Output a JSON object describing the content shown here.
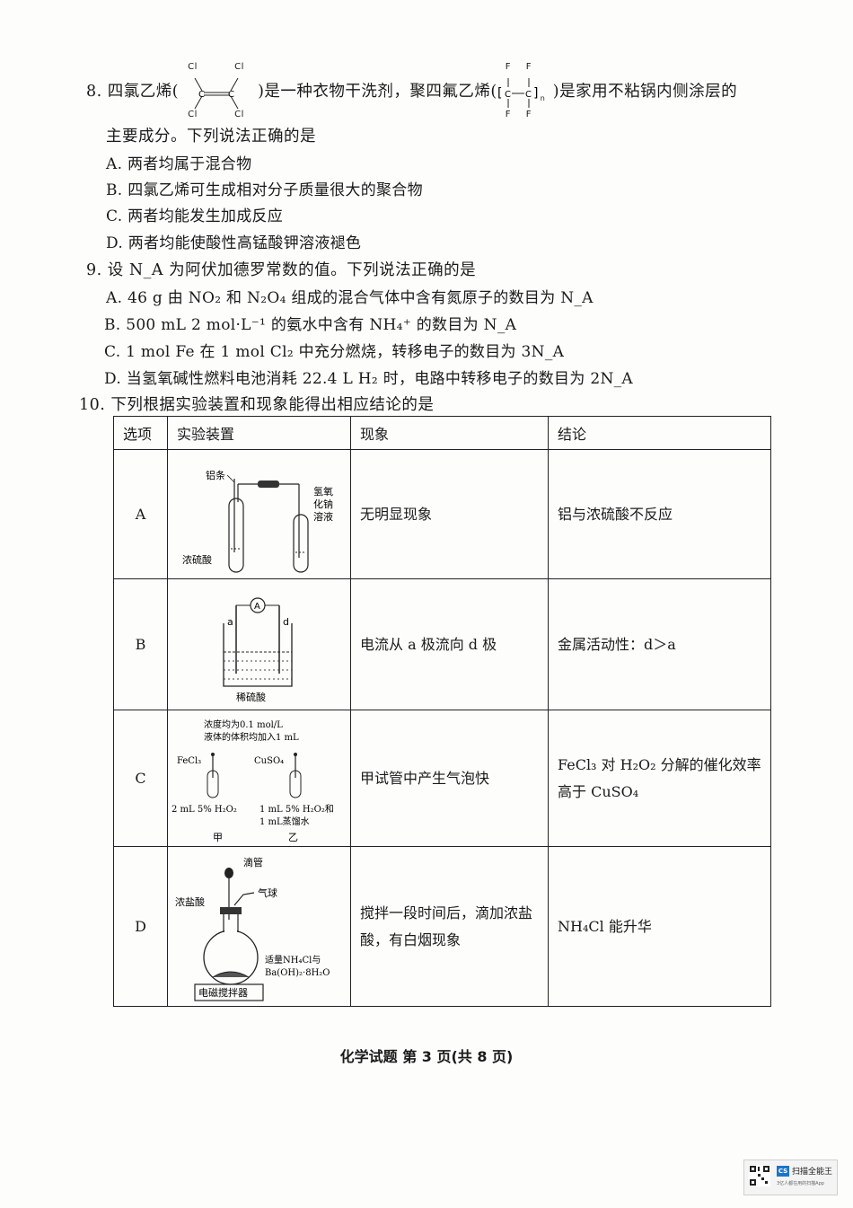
{
  "q8": {
    "prefix": "8. 四氯乙烯(",
    "mid": ")是一种衣物干洗剂，聚四氟乙烯(",
    "suffix": ")是家用不粘锅内侧涂层的",
    "line2": "主要成分。下列说法正确的是",
    "struct_cl": "Cl",
    "struct_f": "F",
    "struct_n": "n",
    "options": [
      "A. 两者均属于混合物",
      "B. 四氯乙烯可生成相对分子质量很大的聚合物",
      "C. 两者均能发生加成反应",
      "D. 两者均能使酸性高锰酸钾溶液褪色"
    ]
  },
  "q9": {
    "stem": "9. 设 N_A 为阿伏加德罗常数的值。下列说法正确的是",
    "options": [
      "A. 46 g 由 NO₂ 和 N₂O₄ 组成的混合气体中含有氮原子的数目为 N_A",
      "B. 500 mL 2 mol·L⁻¹ 的氨水中含有 NH₄⁺ 的数目为 N_A",
      "C. 1 mol Fe 在 1 mol Cl₂ 中充分燃烧，转移电子的数目为 3N_A",
      "D. 当氢氧碱性燃料电池消耗 22.4 L H₂ 时，电路中转移电子的数目为 2N_A"
    ]
  },
  "q10": {
    "stem": "10. 下列根据实验装置和现象能得出相应结论的是",
    "headers": [
      "选项",
      "实验装置",
      "现象",
      "结论"
    ],
    "rows": [
      {
        "option": "A",
        "phenomenon": "无明显现象",
        "conclusion": "铝与浓硫酸不反应",
        "labels": {
          "al": "铝条",
          "acid": "浓硫酸",
          "naoh": [
            "氢氧",
            "化钠",
            "溶液"
          ]
        }
      },
      {
        "option": "B",
        "phenomenon": "电流从 a 极流向 d 极",
        "conclusion": "金属活动性：d＞a",
        "labels": {
          "a": "a",
          "d": "d",
          "meter": "A",
          "acid": "稀硫酸"
        }
      },
      {
        "option": "C",
        "phenomenon": "甲试管中产生气泡快",
        "conclusion": "FeCl₃ 对 H₂O₂ 分解的催化效率高于 CuSO₄",
        "labels": {
          "note1": "浓度均为0.1 mol/L",
          "note2": "液体的体积均加入1 mL",
          "fecl3": "FeCl₃",
          "cuso4": "CuSO₄",
          "tube1": "2 mL 5% H₂O₂",
          "tube2a": "1 mL 5% H₂O₂和",
          "tube2b": "1 mL蒸馏水",
          "jia": "甲",
          "yi": "乙"
        }
      },
      {
        "option": "D",
        "phenomenon": "搅拌一段时间后，滴加浓盐酸，有白烟现象",
        "conclusion": "NH₄Cl 能升华",
        "labels": {
          "dropper": "滴管",
          "balloon": "气球",
          "hcl": "浓盐酸",
          "solid1": "适量NH₄Cl与",
          "solid2": "Ba(OH)₂·8H₂O",
          "stirrer": "电磁搅拌器"
        }
      }
    ]
  },
  "footer": "化学试题 第 3 页(共 8 页)",
  "stamp": {
    "badge": "CS",
    "name": "扫描全能王",
    "tagline": "3亿人都在用的扫描App"
  }
}
